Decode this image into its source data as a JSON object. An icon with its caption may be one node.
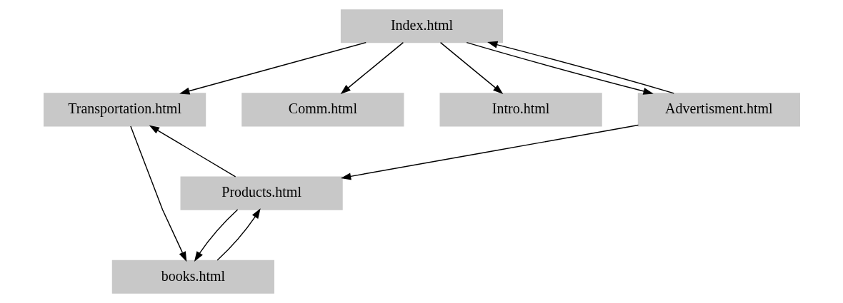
{
  "diagram": {
    "nodes": [
      {
        "text": [
          "Index.html"
        ]
      },
      {
        "text": [
          "Transportation.html"
        ]
      },
      {
        "text": [
          "Comm.html"
        ]
      },
      {
        "text": [
          "Intro.html"
        ]
      },
      {
        "text": [
          "Advertisment.html"
        ]
      },
      {
        "text": [
          "Products.html"
        ]
      },
      {
        "text": [
          "books.html"
        ]
      }
    ],
    "edges": [
      {
        "from": 0,
        "to": 1,
        "arrow": "to"
      },
      {
        "from": 0,
        "to": 2,
        "arrow": "to"
      },
      {
        "from": 0,
        "to": 3,
        "arrow": "to"
      },
      {
        "from": 0,
        "to": 4,
        "arrow": "to"
      },
      {
        "from": 4,
        "to": 0,
        "arrow": "to"
      },
      {
        "from": 4,
        "to": 5,
        "arrow": "to"
      },
      {
        "from": 5,
        "to": 1,
        "arrow": "to"
      },
      {
        "from": 5,
        "to": 6,
        "arrow": "to"
      },
      {
        "from": 1,
        "to": 6,
        "arrow": "to"
      },
      {
        "from": 6,
        "to": 5,
        "arrow": "to"
      }
    ]
  }
}
